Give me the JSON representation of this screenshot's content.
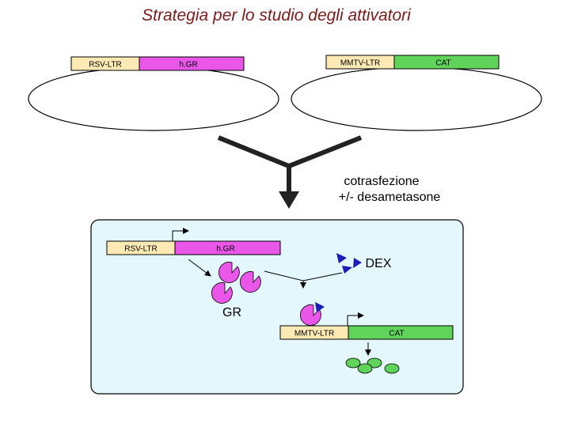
{
  "title": "Strategia per lo studio degli attivatori",
  "plasmids": {
    "left": {
      "promoter": "RSV-LTR",
      "gene": "h.GR"
    },
    "right": {
      "promoter": "MMTV-LTR",
      "gene": "CAT"
    }
  },
  "step": {
    "line1": "cotrasfezione",
    "line2": "+/- desametasone"
  },
  "cell": {
    "construct1": {
      "promoter": "RSV-LTR",
      "gene": "h.GR"
    },
    "construct2": {
      "promoter": "MMTV-LTR",
      "gene": "CAT"
    },
    "receptor_label": "GR",
    "ligand_label": "DEX"
  },
  "colors": {
    "title": "#7a1a1a",
    "promoter_box": "#fde9b3",
    "gr_box": "#ea56e8",
    "cat_box": "#5fd35a",
    "cell_fill": "#e3f7fd",
    "ligand": "#1c1cb8",
    "product": "#5fd35a"
  }
}
